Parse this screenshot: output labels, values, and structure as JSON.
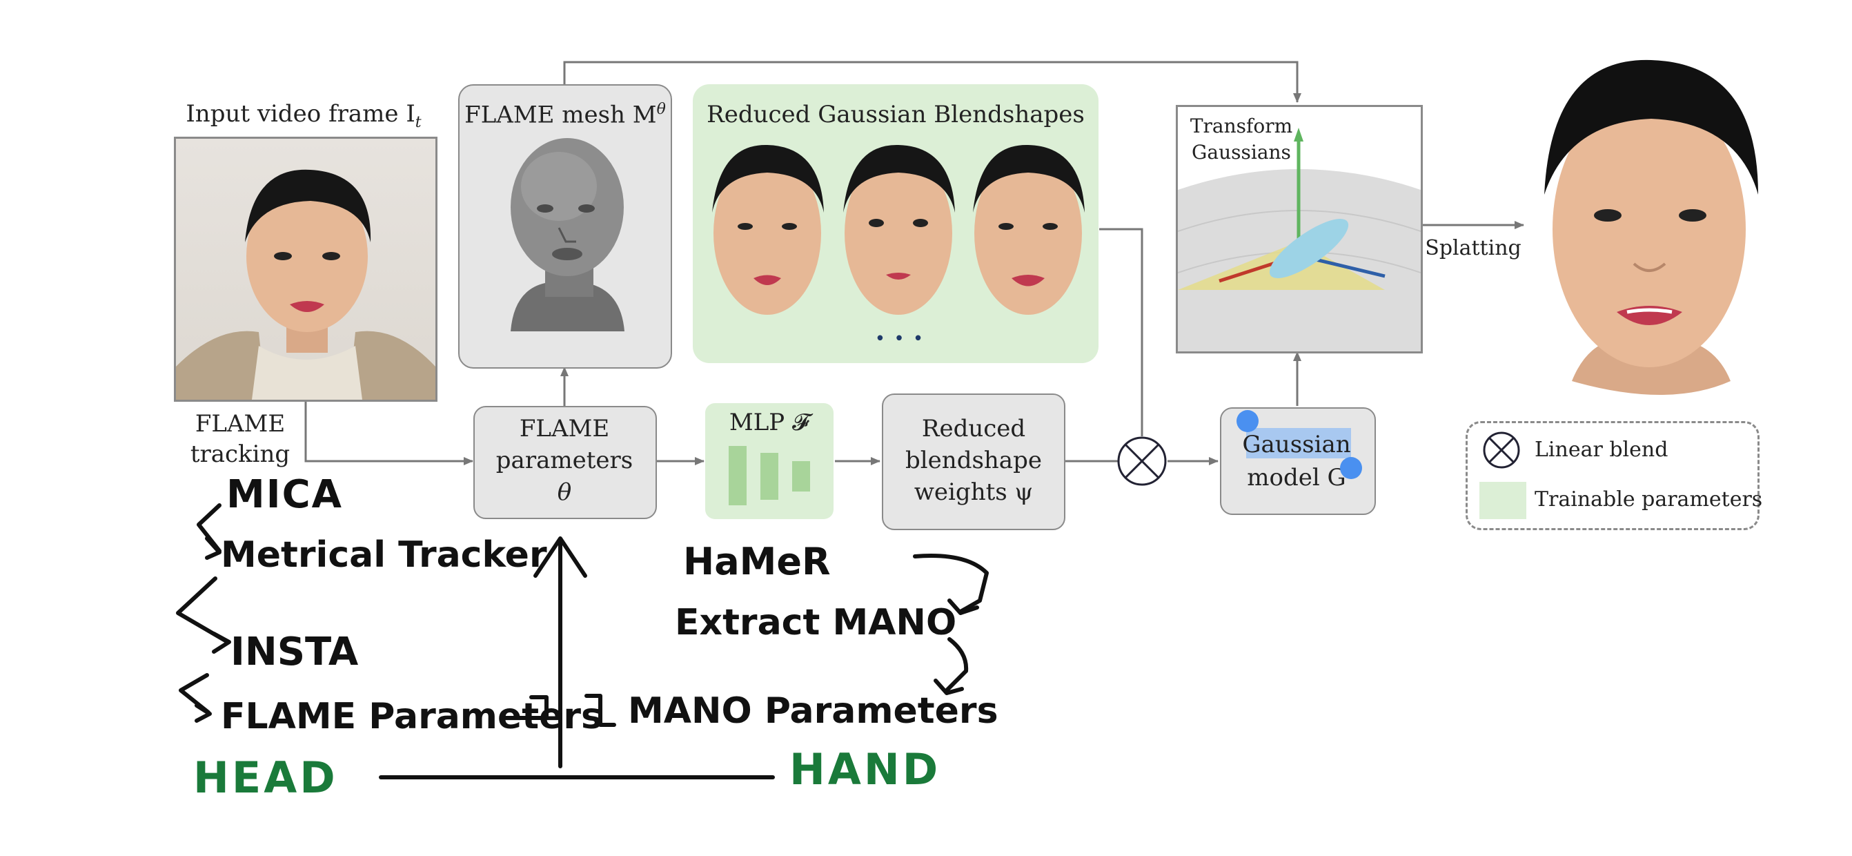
{
  "diagram": {
    "input_frame_label": "Input video frame I",
    "input_frame_sub": "t",
    "flame_mesh_label": "FLAME mesh M",
    "flame_mesh_sup": "θ",
    "blendshapes_title": "Reduced Gaussian Blendshapes",
    "ellipsis": "• • •",
    "transform_label_1": "Transform",
    "transform_label_2": "Gaussians",
    "splatting_label": "Splatting",
    "flame_tracking_1": "FLAME",
    "flame_tracking_2": "tracking",
    "flame_params_1": "FLAME",
    "flame_params_2": "parameters",
    "flame_params_3": "θ",
    "mlp_label": "MLP 𝓕",
    "weights_1": "Reduced",
    "weights_2": "blendshape",
    "weights_3": "weights ψ",
    "gaussian_1": "Gaussian",
    "gaussian_2": "model G",
    "legend_linear": "Linear blend",
    "legend_trainable": "Trainable parameters"
  },
  "annotations": {
    "mica": "MICA",
    "metrical": "Metrical Tracker",
    "insta": "INSTA",
    "flame_params": "FLAME Parameters",
    "hamer": "HaMeR",
    "extract": "Extract MANO",
    "mano_params": "MANO Parameters",
    "head": "HEAD",
    "hand": "HAND"
  },
  "colors": {
    "box_fill": "#e6e6e6",
    "box_border": "#8a8a8a",
    "trainable_green": "#dcefd6",
    "mlp_bar_green": "#a8d49a",
    "ink_black": "#111111",
    "ink_green": "#1a7a3a",
    "selection_highlight": "#a8c8f0",
    "selection_handle": "#4a90f0"
  }
}
